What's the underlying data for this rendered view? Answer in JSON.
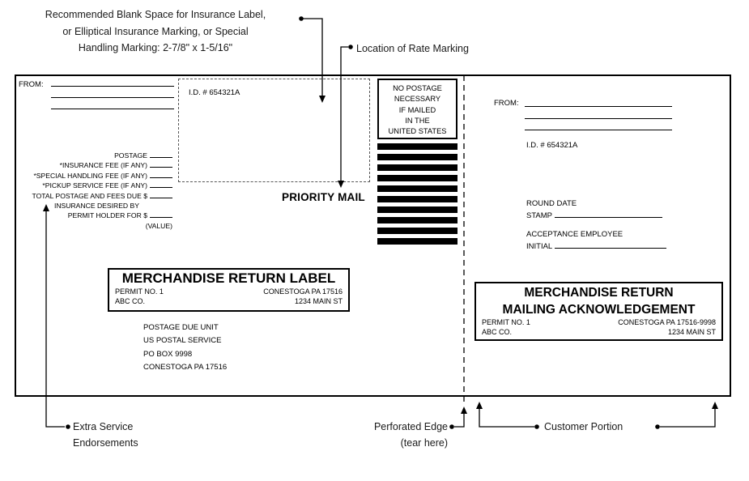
{
  "colors": {
    "ink": "#000000",
    "paper": "#ffffff"
  },
  "annotations": {
    "blank_space": {
      "line1": "Recommended Blank Space for Insurance Label,",
      "line2": "or Elliptical Insurance Marking, or Special",
      "line3": "Handling Marking: 2-7/8\" x 1-5/16\""
    },
    "rate_marking": "Location of Rate Marking",
    "extra_service": {
      "line1": "Extra Service",
      "line2": "Endorsements"
    },
    "perforated_edge": {
      "line1": "Perforated Edge",
      "line2": "(tear here)"
    },
    "customer_portion": "Customer Portion"
  },
  "left_portion": {
    "from_label": "FROM:",
    "id_number": "I.D. # 654321A",
    "fees": [
      {
        "label": "POSTAGE",
        "underline": true
      },
      {
        "label": "*INSURANCE FEE (IF ANY)",
        "underline": true
      },
      {
        "label": "*SPECIAL HANDLING FEE (IF ANY)",
        "underline": true
      },
      {
        "label": "*PICKUP SERVICE FEE (IF ANY)",
        "underline": true
      },
      {
        "label": "TOTAL POSTAGE AND FEES DUE $",
        "underline": true
      },
      {
        "label": "INSURANCE DESIRED BY",
        "underline": false
      },
      {
        "label": "PERMIT HOLDER FOR $",
        "underline": true
      },
      {
        "label": "(VALUE)",
        "underline": false
      }
    ],
    "priority_mail": "PRIORITY MAIL",
    "return_label_box": {
      "title": "MERCHANDISE RETURN LABEL",
      "permit": "PERMIT NO. 1",
      "company": "ABC CO.",
      "city": "CONESTOGA PA 17516",
      "street": "1234 MAIN ST"
    },
    "postage_due_address": {
      "line1": "POSTAGE DUE UNIT",
      "line2": "US POSTAL SERVICE",
      "line3": "PO BOX 9998",
      "line4": "CONESTOGA PA 17516"
    }
  },
  "no_postage_box": {
    "line1": "NO POSTAGE",
    "line2": "NECESSARY",
    "line3": "IF MAILED",
    "line4": "IN THE",
    "line5": "UNITED STATES"
  },
  "stripes_count": 10,
  "right_portion": {
    "from_label": "FROM:",
    "id_number": "I.D. # 654321A",
    "round_date_label": "ROUND DATE",
    "stamp_label": "STAMP",
    "acceptance_label": "ACCEPTANCE EMPLOYEE",
    "initial_label": "INITIAL",
    "ack_box": {
      "title_line1": "MERCHANDISE RETURN",
      "title_line2": "MAILING ACKNOWLEDGEMENT",
      "permit": "PERMIT NO. 1",
      "company": "ABC CO.",
      "city": "CONESTOGA PA 17516-9998",
      "street": "1234 MAIN ST"
    }
  }
}
